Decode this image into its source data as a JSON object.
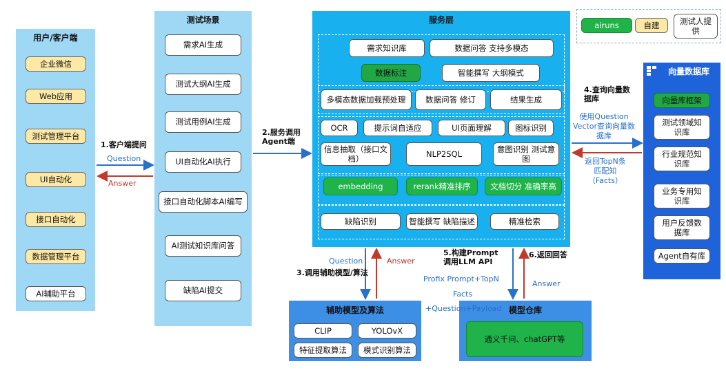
{
  "client": {
    "title": "用户/客户端",
    "items": [
      "企业微信",
      "Web应用",
      "测试管理平台",
      "UI自动化",
      "接口自动化",
      "数据管理平台",
      "AI辅助平台"
    ]
  },
  "scenario": {
    "title": "测试场景",
    "items": [
      "需求AI生成",
      "测试大纲AI生成",
      "测试用例AI生成",
      "UI自动化AI执行",
      "接口自动化脚本AI编写",
      "AI测试知识库问答",
      "缺陷AI提交"
    ]
  },
  "service": {
    "title": "服务层",
    "row1": [
      "需求知识库",
      "数据问答 支持多模态"
    ],
    "row2": [
      "数据标注",
      "智能撰写 大纲模式"
    ],
    "row3": [
      "多模态数据加载预处理",
      "数据问答 修订",
      "结果生成"
    ],
    "row4": [
      "OCR",
      "提示词自适应",
      "UI页面理解",
      "图标识别"
    ],
    "row5": [
      "信息抽取（接口文档）",
      "NLP2SQL",
      "意图识别 测试意图"
    ],
    "row6": [
      "embedding",
      "rerank精准排序",
      "文档切分 准确率高"
    ],
    "row7": [
      "缺陷识别",
      "智能撰写 缺陷描述",
      "精准检索"
    ]
  },
  "legend": {
    "items": [
      "airuns",
      "自建",
      "测试人提供"
    ]
  },
  "vectordb": {
    "title": "向量数据库",
    "items": [
      "向量库框架",
      "测试领域知识库",
      "行业规范知识库",
      "业务专用知识库",
      "用户反馈数据库",
      "Agent自有库"
    ]
  },
  "aux": {
    "title": "辅助模型及算法",
    "items": [
      "CLIP",
      "YOLOvX",
      "特征提取算法",
      "模式识别算法"
    ]
  },
  "models": {
    "title": "模型仓库",
    "content": "通义千问、chatGPT等"
  },
  "flows": {
    "step1": "1.客户端提问",
    "step1_q": "Question",
    "step1_a": "Answer",
    "step2": "2.服务调用\nAgent端",
    "step3_q": "Question",
    "step3_a": "Answer",
    "step3": "3.调用辅助模型/算法",
    "step4": "4.查询向量数\n据库",
    "step4_desc": "使用Question\nVector查询向量数\n据库",
    "step4_back": "返回TopN条\n匹配知\n（Facts）",
    "step5": "5.构建Prompt\n调用LLM API",
    "step5_desc1": "Profix Prompt+TopN",
    "step5_desc2": "Facts",
    "step5_desc3": "+Question+Payload",
    "step6": "6.返回回答",
    "step6_a": "Answer"
  },
  "colors": {
    "panel_blue": "#9fd8f5",
    "service_blue": "#19b0ef",
    "vector_blue": "#1e63d9",
    "aux_blue": "#3d8fe6",
    "arrow_blue": "#2a6fc9",
    "arrow_red": "#c0392b",
    "green": "#1fb34a",
    "yellow": "#fde9a6"
  }
}
